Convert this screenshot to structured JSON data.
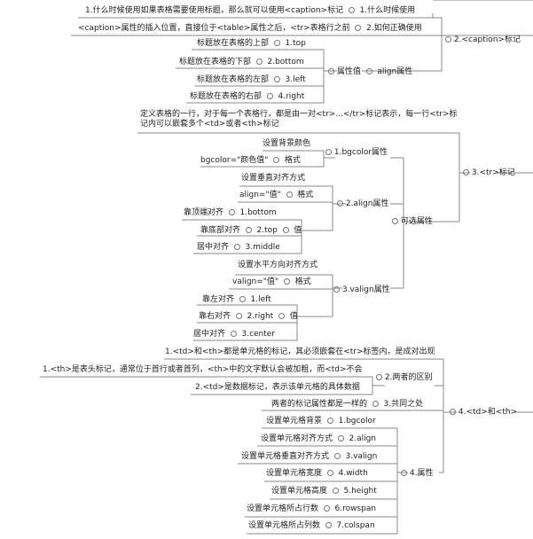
{
  "nodes": {
    "n1": "1.什么时候使用如果表格需要使用标题，那么就可以使用<caption>标记",
    "n1b": "1.什么时候使用",
    "n2": "<caption>属性的插入位置，直接位于<table>属性之后，<tr>表格行之前",
    "n2b": "2.如何正确使用",
    "n3": "2.<caption>标记",
    "t1": "标题放在表格的上部",
    "t1b": "1.top",
    "t2": "标题放在表格的下部",
    "t2b": "2.bottom",
    "t3": "标题放在表格的左部",
    "t3b": "3.left",
    "t4": "标题放在表格的右部",
    "t4b": "4.right",
    "t5": "属性值",
    "t6": "align属性",
    "d1": "定义表格的一行，对于每一个表格行，都是由一对<tr>...</tr>标记表示，每一行<tr>标记内可以嵌套多个<td>或者<th>标记",
    "d2": "3.<tr>标记",
    "b1": "设置背景颜色",
    "b2": "bgcolor=\"颜色值\"",
    "b3": "格式",
    "b4": "1.bgcolor属性",
    "a1": "设置垂直对齐方式",
    "a2": "align=\"值\"",
    "a3": "格式",
    "a4": "靠顶端对齐",
    "a5": "1.bottom",
    "a6": "靠底部对齐",
    "a7": "2.top",
    "a8": "值",
    "a9": "居中对齐",
    "a10": "3.middle",
    "a11": "2.align属性",
    "a12": "可选属性",
    "v1": "设置水平方向对齐方式",
    "v2": "valign=\"值\"",
    "v3": "格式",
    "v4": "靠左对齐",
    "v5": "1.left",
    "v6": "靠右对齐",
    "v7": "2.right",
    "v8": "值",
    "v9": "居中对齐",
    "v10": "3.center",
    "v11": "3.valign属性",
    "e1": "1.<td>和<th>都是单元格的标记，其必须嵌套在<tr>标签内，是成对出现",
    "e2": "1.<th>是表头标记，通常位于首行或者首列，<th>中的文字默认会被加粗，而<td>不会",
    "e3": "2.<td>是数据标记，表示该单元格的具体数据",
    "e4": "2.两者的区别",
    "e5": "两者的标记属性都是一样的",
    "e6": "3.共同之处",
    "e7": "4.<td>和<th>",
    "p1": "设置单元格背景",
    "p1b": "1.bgcolor",
    "p2": "设置单元格对齐方式",
    "p2b": "2.align",
    "p3": "设置单元格垂直对齐方式",
    "p3b": "3.valign",
    "p4": "设置单元格宽度",
    "p4b": "4.width",
    "p5": "设置单元格高度",
    "p5b": "5.height",
    "p6": "设置单元格所占行数",
    "p6b": "6.rowspan",
    "p7": "设置单元格所占列数",
    "p7b": "7.colspan",
    "p8": "4.属性"
  }
}
